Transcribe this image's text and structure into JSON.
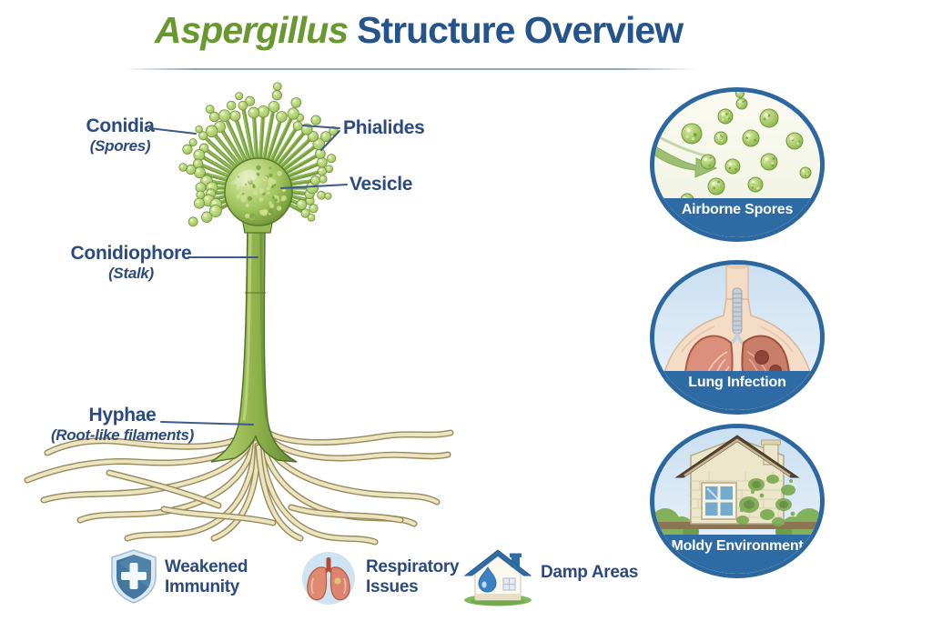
{
  "title": {
    "genus": "Aspergillus",
    "rest": "Structure Overview"
  },
  "diagram": {
    "labels": {
      "conidia": {
        "main": "Conidia",
        "sub": "(Spores)"
      },
      "phialides": {
        "main": "Phialides",
        "sub": ""
      },
      "vesicle": {
        "main": "Vesicle",
        "sub": ""
      },
      "conidiophore": {
        "main": "Conidiophore",
        "sub": "(Stalk)"
      },
      "hyphae": {
        "main": "Hyphae",
        "sub": "(Root-like filaments)"
      }
    }
  },
  "cards": [
    {
      "id": "airborne-spores",
      "label": "Airborne Spores"
    },
    {
      "id": "lung-infection",
      "label": "Lung Infection"
    },
    {
      "id": "moldy-environment",
      "label": "Moldy Environment"
    }
  ],
  "risks": [
    {
      "id": "weakened-immunity",
      "lines": [
        "Weakened",
        "Immunity"
      ]
    },
    {
      "id": "respiratory-issues",
      "lines": [
        "Respiratory",
        "Issues"
      ]
    },
    {
      "id": "damp-areas",
      "lines": [
        "Damp Areas"
      ]
    }
  ],
  "colors": {
    "title_green": "#68982f",
    "title_blue": "#25538b",
    "label_navy": "#2b4a7e",
    "band_blue": "#2e6ba4",
    "circle_border": "#2c689f",
    "connector_blue": "#3d5a8a",
    "spore_green": "#a6c765",
    "stalk_green": "#8db04a",
    "root_tan": "#ece4bd"
  }
}
